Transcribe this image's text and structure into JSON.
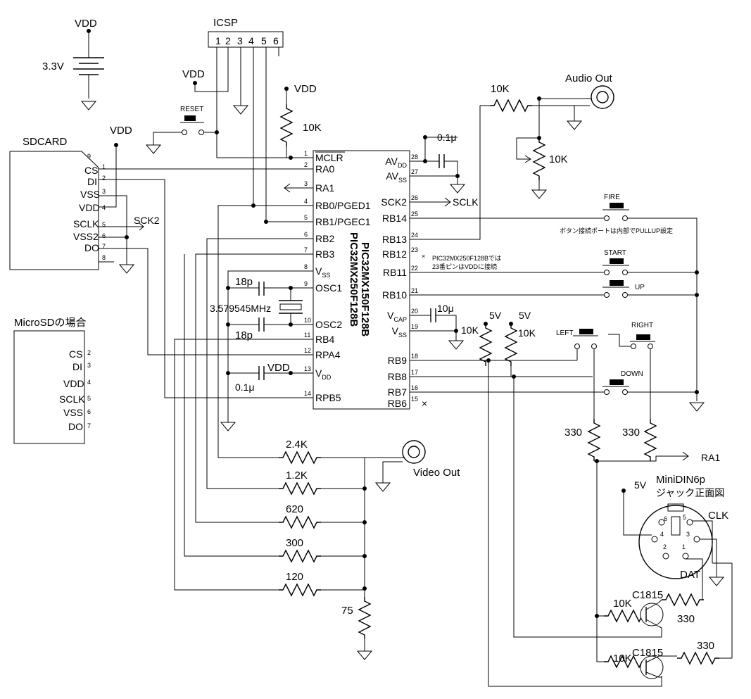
{
  "power": {
    "vdd": "VDD",
    "v33": "3.3V",
    "v5": "5V"
  },
  "icsp": {
    "title": "ICSP",
    "pins": [
      "1",
      "2",
      "3",
      "4",
      "5",
      "6"
    ]
  },
  "reset": {
    "label": "RESET"
  },
  "pullup": {
    "value": "10K"
  },
  "sdcard": {
    "title": "SDCARD",
    "pins": [
      {
        "num": "9",
        "name": ""
      },
      {
        "num": "1",
        "name": "CS"
      },
      {
        "num": "2",
        "name": "DI"
      },
      {
        "num": "3",
        "name": "VSS"
      },
      {
        "num": "4",
        "name": "VDD"
      },
      {
        "num": "5",
        "name": "SCLK"
      },
      {
        "num": "6",
        "name": "VSS2"
      },
      {
        "num": "7",
        "name": "DO"
      },
      {
        "num": "8",
        "name": ""
      }
    ],
    "sck2": "SCK2"
  },
  "microsd": {
    "title": "MicroSDの場合",
    "pins": [
      {
        "name": "CS",
        "num": "2"
      },
      {
        "name": "DI",
        "num": "3"
      },
      {
        "name": "VDD",
        "num": "4"
      },
      {
        "name": "SCLK",
        "num": "5"
      },
      {
        "name": "VSS",
        "num": "6"
      },
      {
        "name": "DO",
        "num": "7"
      }
    ]
  },
  "mcu": {
    "name1": "PIC32MX150F128B",
    "name2": "PIC32MX250F128B",
    "left_pins": [
      {
        "num": "1",
        "name": "MCLR"
      },
      {
        "num": "2",
        "name": "RA0"
      },
      {
        "num": "3",
        "name": "RA1"
      },
      {
        "num": "4",
        "name": "RB0/PGED1"
      },
      {
        "num": "5",
        "name": "RB1/PGEC1"
      },
      {
        "num": "6",
        "name": "RB2"
      },
      {
        "num": "7",
        "name": "RB3"
      },
      {
        "num": "8",
        "name": "VSS"
      },
      {
        "num": "9",
        "name": "OSC1"
      },
      {
        "num": "10",
        "name": "OSC2"
      },
      {
        "num": "11",
        "name": "RB4"
      },
      {
        "num": "12",
        "name": "RPA4"
      },
      {
        "num": "13",
        "name": "VDD"
      },
      {
        "num": "14",
        "name": "RPB5"
      }
    ],
    "right_pins": [
      {
        "num": "28",
        "name": "AVDD"
      },
      {
        "num": "27",
        "name": "AVSS"
      },
      {
        "num": "26",
        "name": "SCK2"
      },
      {
        "num": "25",
        "name": "RB14"
      },
      {
        "num": "24",
        "name": "RB13"
      },
      {
        "num": "23",
        "name": "RB12"
      },
      {
        "num": "22",
        "name": "RB11"
      },
      {
        "num": "21",
        "name": "RB10"
      },
      {
        "num": "20",
        "name": "VCAP"
      },
      {
        "num": "19",
        "name": "VSS"
      },
      {
        "num": "18",
        "name": "RB9"
      },
      {
        "num": "17",
        "name": "RB8"
      },
      {
        "num": "16",
        "name": "RB7"
      },
      {
        "num": "15",
        "name": "RB6"
      }
    ],
    "sub_dd": "DD",
    "sub_ss": "SS",
    "sub_cap": "CAP",
    "v_prefix": "V",
    "av_prefix": "AV"
  },
  "parts": {
    "cap_01u": "0.1μ",
    "cap_18p": "18p",
    "crystal": "3.579545MHz",
    "cap_10u": "10μ",
    "r10k": "10K",
    "r330": "330",
    "r75": "75",
    "dac": [
      "2.4K",
      "1.2K",
      "620",
      "300",
      "120"
    ],
    "transistor": "C1815"
  },
  "signals": {
    "sclk": "SCLK",
    "ra1": "RA1",
    "clk": "CLK",
    "dat": "DAT"
  },
  "audio": {
    "label": "Audio Out"
  },
  "video": {
    "label": "Video Out"
  },
  "buttons": {
    "fire": "FIRE",
    "start": "START",
    "up": "UP",
    "left": "LEFT",
    "right": "RIGHT",
    "down": "DOWN",
    "note": "ボタン接続ポートは内部でPULLUP設定"
  },
  "pin23note": {
    "line1": "PIC32MX250F128Bでは",
    "line2": "23番ピンはVDDに接続"
  },
  "minidin": {
    "title": "MiniDIN6p",
    "subtitle": "ジャック正面図",
    "pins": [
      "1",
      "2",
      "3",
      "4",
      "5",
      "6"
    ]
  }
}
